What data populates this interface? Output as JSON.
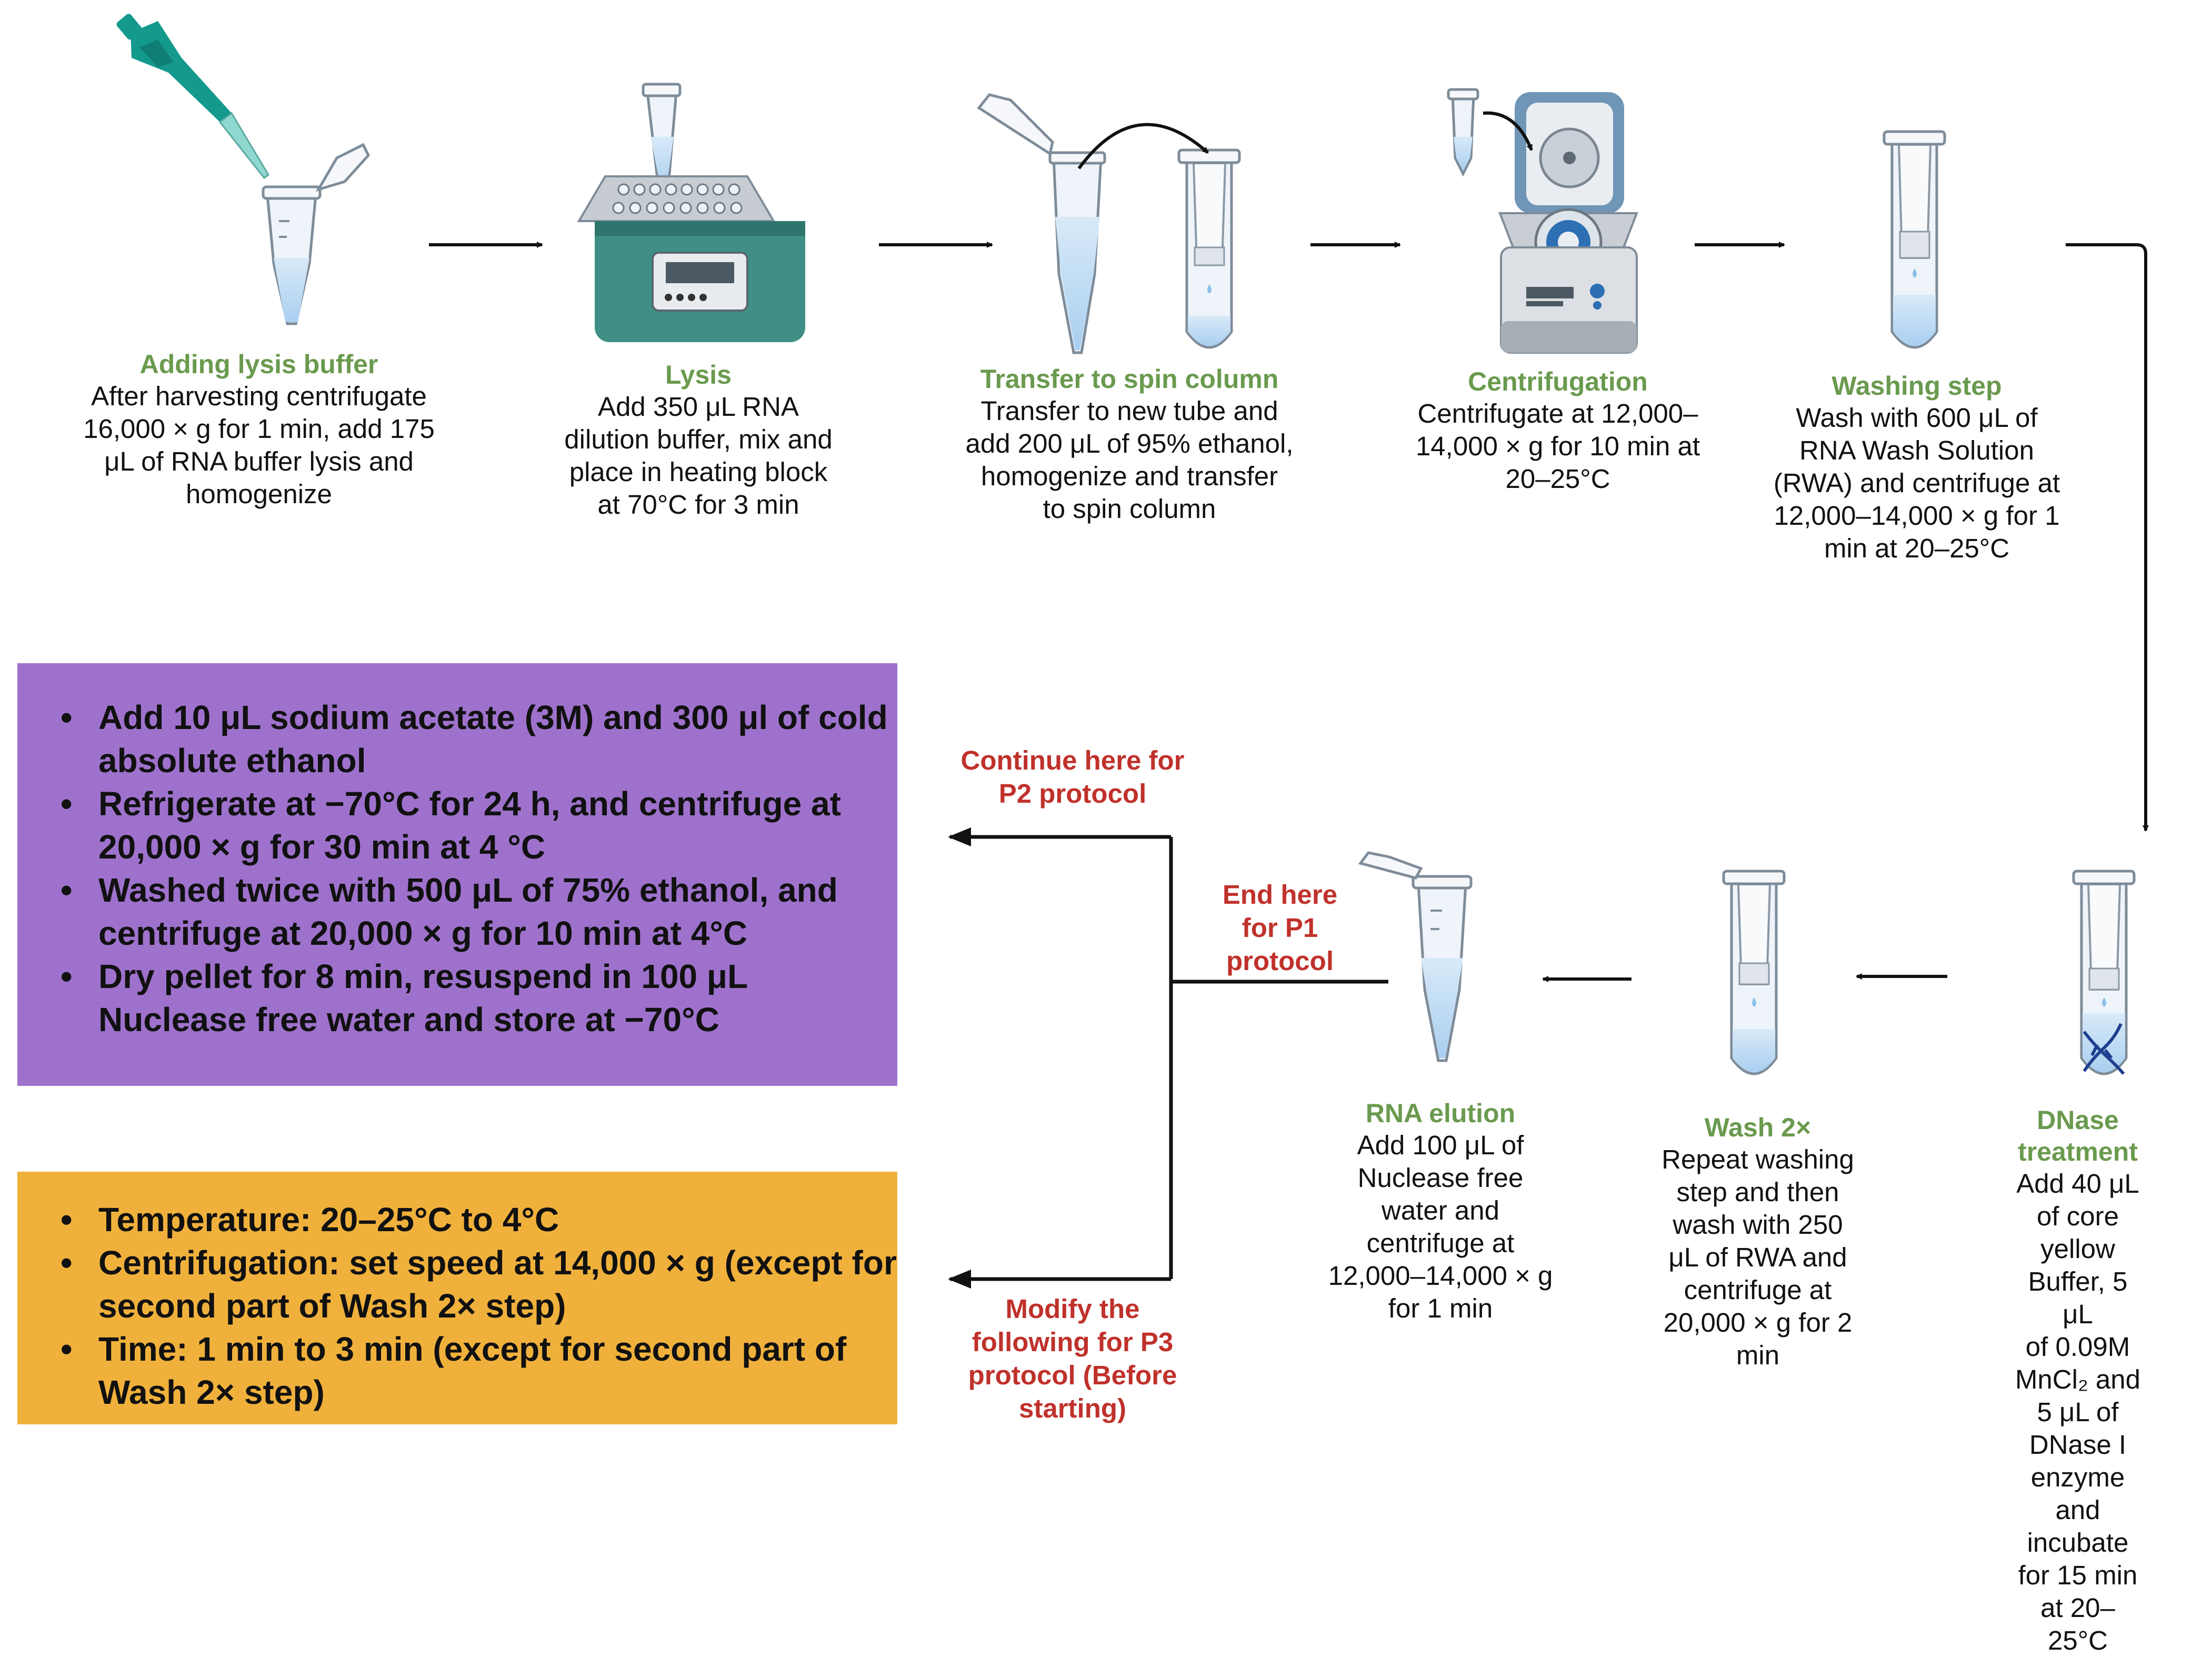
{
  "colors": {
    "step_title": "#6a9a4e",
    "protocol_note": "#c0312b",
    "p2_box": "#9e72cc",
    "p3_box": "#f0b13c",
    "device_teal": "#3f8f86",
    "pipette": "#139a8d",
    "arrow": "#111111"
  },
  "icons": [
    "pipette-icon",
    "microtube-icon",
    "heating-block-icon",
    "spin-column-icon",
    "centrifuge-icon",
    "dna-icon",
    "arrow-icon"
  ],
  "steps": [
    {
      "title": "Adding lysis buffer",
      "desc": "After harvesting centrifugate\n16,000 × g for 1 min, add 175\nμL of RNA buffer lysis and\nhomogenize"
    },
    {
      "title": "Lysis",
      "desc": "Add 350 μL RNA\ndilution buffer, mix and\nplace in heating block\nat 70°C for 3 min"
    },
    {
      "title": "Transfer to spin column",
      "desc": "Transfer to new tube and\nadd 200 μL of 95% ethanol,\nhomogenize and transfer\nto spin column"
    },
    {
      "title": "Centrifugation",
      "desc": "Centrifugate at 12,000–\n14,000 × g for 10 min at\n20–25°C"
    },
    {
      "title": "Washing step",
      "desc": "Wash with 600 μL of\nRNA Wash Solution\n(RWA) and centrifuge at\n12,000–14,000 × g for 1\nmin at 20–25°C"
    },
    {
      "title": "DNase treatment",
      "desc": "Add 40 μL of core\nyellow Buffer, 5 μL\nof 0.09M MnCl₂ and\n5 μL of DNase I\nenzyme and\nincubate for 15 min\nat 20–25°C"
    },
    {
      "title": "Wash 2×",
      "desc": "Repeat washing\nstep and then\nwash with 250\nμL of RWA and\ncentrifuge at\n20,000 × g for 2\nmin"
    },
    {
      "title": "RNA elution",
      "desc": "Add 100 μL of\nNuclease free\nwater and\ncentrifuge at\n12,000–14,000 × g\nfor 1 min"
    }
  ],
  "notes": {
    "p1": "End here\nfor P1\nprotocol",
    "p2": "Continue here for\nP2 protocol",
    "p3": "Modify the\nfollowing for P3\nprotocol (Before\nstarting)"
  },
  "p2_box": {
    "items": [
      "Add 10 μL sodium acetate (3M) and 300 μl of cold absolute ethanol",
      "Refrigerate at −70°C for 24 h, and centrifuge at 20,000 × g for 30 min at 4 °C",
      "Washed twice with 500 μL of 75% ethanol, and centrifuge at 20,000 × g for 10 min at 4°C",
      "Dry pellet for 8 min, resuspend in 100 μL Nuclease free water and store at −70°C"
    ]
  },
  "p3_box": {
    "items": [
      "Temperature: 20–25°C to 4°C",
      "Centrifugation: set speed at 14,000 × g (except for second part of Wash 2× step)",
      "Time: 1 min to 3 min (except for second part of Wash 2× step)"
    ]
  }
}
